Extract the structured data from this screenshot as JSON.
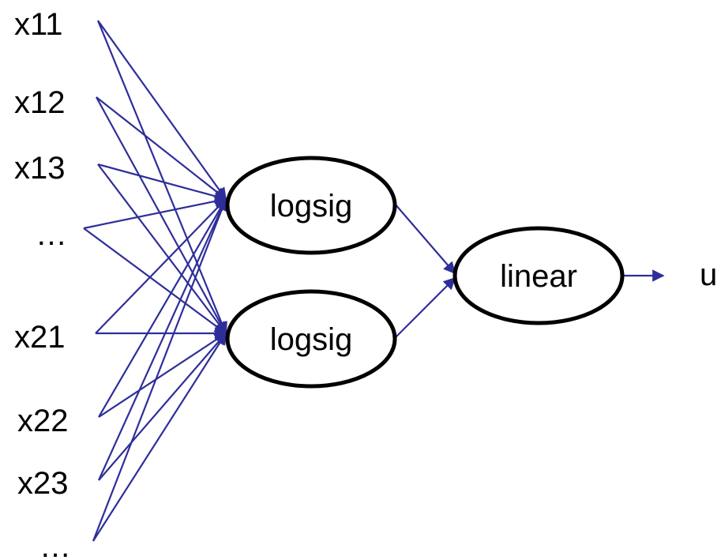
{
  "diagram": {
    "edge_color": "#2e2e9a",
    "node_border_color": "#000000",
    "inputs": [
      {
        "id": "x11",
        "label": "x11"
      },
      {
        "id": "x12",
        "label": "x12"
      },
      {
        "id": "x13",
        "label": "x13"
      },
      {
        "id": "dots-1",
        "label": "…"
      },
      {
        "id": "x21",
        "label": "x21"
      },
      {
        "id": "x22",
        "label": "x22"
      },
      {
        "id": "x23",
        "label": "x23"
      },
      {
        "id": "dots-2",
        "label": "…"
      }
    ],
    "hidden_nodes": [
      {
        "id": "hidden-1",
        "label": "logsig"
      },
      {
        "id": "hidden-2",
        "label": "logsig"
      }
    ],
    "output_node": {
      "id": "output",
      "label": "linear"
    },
    "output_label": "u"
  }
}
